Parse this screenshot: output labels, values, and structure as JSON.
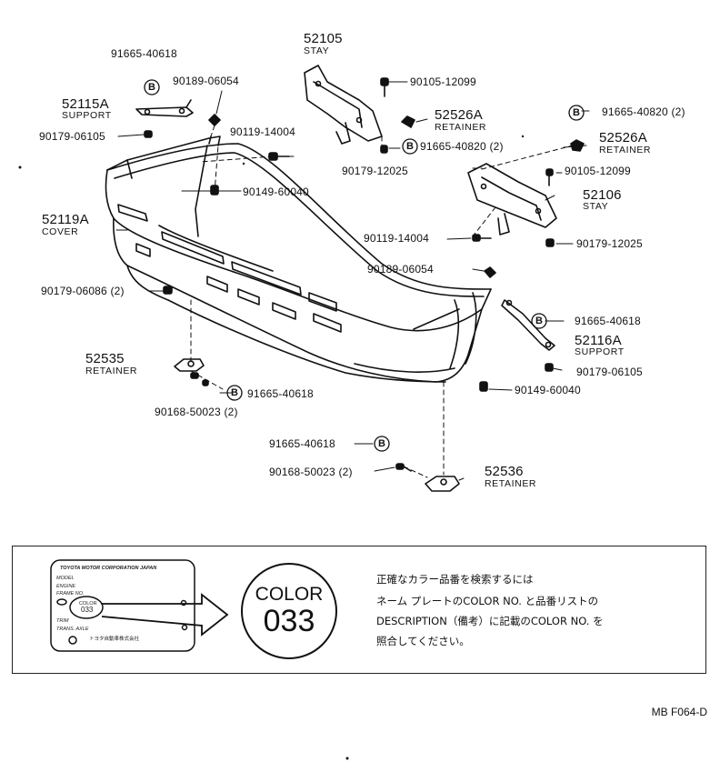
{
  "parts": {
    "p91665_40618_top": "91665-40618",
    "p90189_06054_left": "90189-06054",
    "p52115A": "52115A",
    "p52115A_name": "SUPPORT",
    "p90179_06105_left": "90179-06105",
    "p90119_14004_left": "90119-14004",
    "p52105": "52105",
    "p52105_name": "STAY",
    "p90105_12099_top": "90105-12099",
    "p52526A_top": "52526A",
    "p52526A_top_name": "RETAINER",
    "p91665_40820_mid": "91665-40820 (2)",
    "p90179_12025_top": "90179-12025",
    "p91665_40820_right": "91665-40820 (2)",
    "p52526A_right": "52526A",
    "p52526A_right_name": "RETAINER",
    "p90105_12099_right": "90105-12099",
    "p52106": "52106",
    "p52106_name": "STAY",
    "p90149_60040_left": "90149-60040",
    "p52119A": "52119A",
    "p52119A_name": "COVER",
    "p90119_14004_right": "90119-14004",
    "p90179_12025_right": "90179-12025",
    "p90189_06054_right": "90189-06054",
    "p90179_06086": "90179-06086 (2)",
    "p91665_40618_right": "91665-40618",
    "p52116A": "52116A",
    "p52116A_name": "SUPPORT",
    "p52535": "52535",
    "p52535_name": "RETAINER",
    "p90179_06105_right": "90179-06105",
    "p91665_40618_center": "91665-40618",
    "p90149_60040_right": "90149-60040",
    "p90168_50023_left": "90168-50023 (2)",
    "p91665_40618_bottom": "91665-40618",
    "p90168_50023_bottom": "90168-50023 (2)",
    "p52536": "52536",
    "p52536_name": "RETAINER"
  },
  "bolt_symbol": "B",
  "color_note": {
    "plate_maker": "TOYOTA MOTOR CORPORATION JAPAN",
    "plate_model": "MODEL",
    "plate_engine": "ENGINE",
    "plate_frame": "FRAME NO.",
    "plate_color_word": "COLOR",
    "plate_color_code": "033",
    "plate_trim": "TRIM",
    "plate_trans": "TRANS. AXLE",
    "plate_footer": "トヨタ自動車株式会社",
    "big_color_word": "COLOR",
    "big_color_code": "033",
    "text_line1": "正確なカラー品番を検索するには",
    "text_line2": "ネーム プレートのCOLOR NO. と品番リストの",
    "text_line3": "DESCRIPTION（備考）に記載のCOLOR NO. を",
    "text_line4": "照合してください。"
  },
  "diagram_code": "MB F064-D"
}
